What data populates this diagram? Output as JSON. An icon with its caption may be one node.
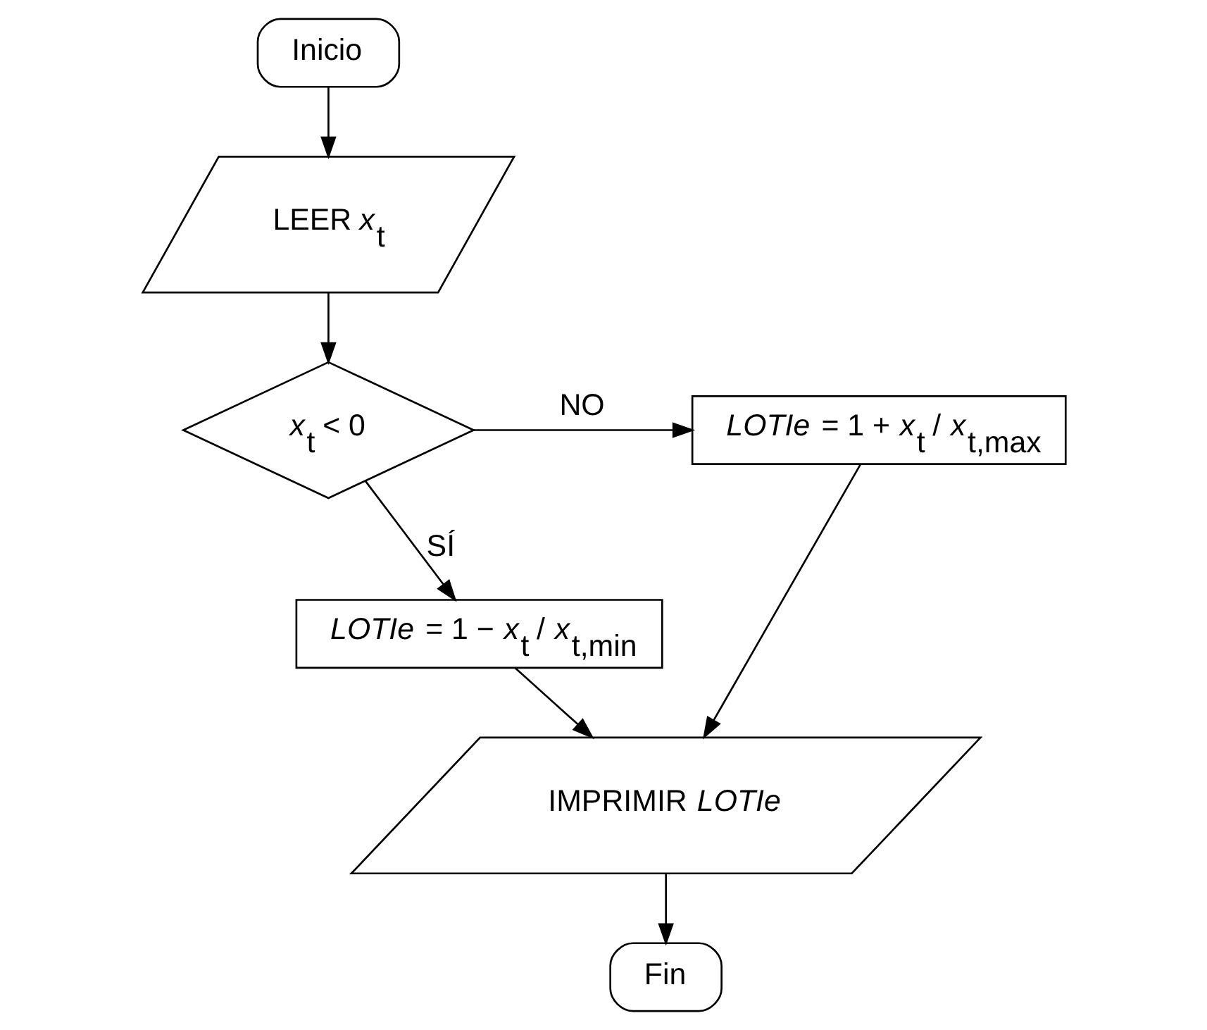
{
  "diagram": {
    "nodes": [
      {
        "text": [
          "Inicio"
        ]
      },
      {
        "text": [
          "LEER *x*$_{t}$"
        ]
      },
      {
        "text": [
          "*x*$_{t}$ < 0"
        ]
      },
      {
        "text": [
          "*LOTIe* = 1 + *x*$_{t}$ / *x*$_{t,max}$"
        ]
      },
      {
        "text": [
          "*LOTIe* = 1 − *x*$_{t}$ / *x*$_{t,min}$"
        ]
      },
      {
        "text": [
          "IMPRIMIR *LOTIe*"
        ]
      },
      {
        "text": [
          "Fin"
        ]
      }
    ],
    "edges": [
      {
        "from": 0,
        "to": 1,
        "arrow": "to"
      },
      {
        "from": 1,
        "to": 2,
        "arrow": "to"
      },
      {
        "from": 2,
        "to": 3,
        "arrow": "to",
        "label": "NO"
      },
      {
        "from": 2,
        "to": 4,
        "arrow": "to",
        "label": "SÍ"
      },
      {
        "from": 3,
        "to": 5,
        "arrow": "to"
      },
      {
        "from": 4,
        "to": 5,
        "arrow": "to"
      },
      {
        "from": 5,
        "to": 6,
        "arrow": "to"
      }
    ]
  }
}
